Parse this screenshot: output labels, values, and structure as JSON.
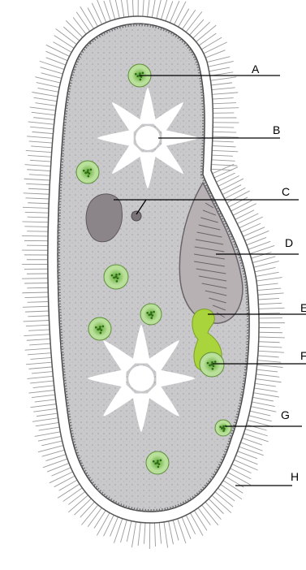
{
  "labels": [
    "A",
    "B",
    "C",
    "D",
    "E",
    "F",
    "G",
    "H"
  ],
  "colors": {
    "cilia": "#9a9a9a",
    "pellicle": "#ffffff",
    "cytoplasm": "#c9c9cc",
    "granules": "#a9a9ae",
    "macronucleus": "#8a8488",
    "oral_groove": "#b6b0b3",
    "food_vacuole_fill": "#6fbf3a",
    "food_vacuole_ring": "#b8e09a",
    "contractile_vacuole": "#ffffff",
    "food_forming": "#a6d23a",
    "leader_line": "#000000"
  },
  "icons": {
    "contractile_vacuole": "star-shaped-vacuole-icon",
    "food_vacuole": "green-vacuole-icon"
  }
}
